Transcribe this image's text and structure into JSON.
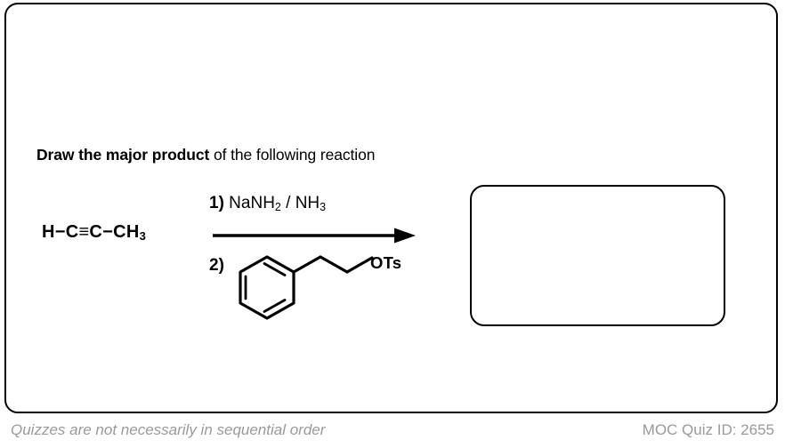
{
  "card": {
    "prompt_bold": "Draw the major product",
    "prompt_rest": " of the following reaction"
  },
  "reaction": {
    "starting_material": {
      "formula_html": "H−C≡C−CH",
      "subscript": "3",
      "name": "propyne"
    },
    "reagents": [
      {
        "step_label": "1)",
        "text_before": " NaNH",
        "sub_1": "2",
        "text_middle": " / NH",
        "sub_2": "3",
        "name": "sodium-amide-ammonia"
      },
      {
        "step_label": "2)",
        "structure_name": "phenethyl-tosylate",
        "leaving_group_label": "OTs"
      }
    ],
    "arrow": "reaction-arrow-right",
    "answer_box": {
      "value": "",
      "placeholder": ""
    }
  },
  "footer": {
    "note": "Quizzes are not necessarily in sequential order",
    "quiz_id_label": "MOC Quiz ID: 2655"
  },
  "colors": {
    "ink": "#000000",
    "footer_text": "#9a9a9a",
    "background": "#ffffff"
  }
}
